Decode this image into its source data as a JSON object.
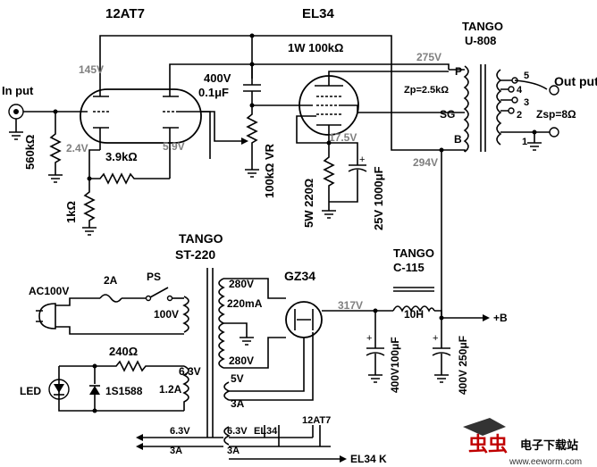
{
  "title": {
    "preamp_tube": "12AT7",
    "power_tube": "EL34"
  },
  "output_transformer": {
    "brand": "TANGO",
    "model": "U-808",
    "zp": "Zp=2.5kΩ",
    "zsp": "Zsp=8Ω",
    "taps": {
      "p": "P",
      "sg": "SG",
      "b": "B",
      "t5": "5",
      "t4": "4",
      "t3": "3",
      "t2": "2",
      "t1": "1"
    }
  },
  "input": {
    "label": "In put"
  },
  "output": {
    "label": "Out put"
  },
  "components": {
    "r_input": "560kΩ",
    "r_cathode_preamp": "1kΩ",
    "r_feedback": "3.9kΩ",
    "r_plate": "1W 100kΩ",
    "c_coupling_v": "400V",
    "c_coupling_val": "0.1μF",
    "vr": "100kΩ VR",
    "r_cathode_power": "5W 220Ω",
    "c_cathode_power": "25V 1000μF",
    "r_led": "240Ω",
    "diode": "1S1588",
    "led": "LED",
    "fuse": "2A",
    "switch": "PS"
  },
  "voltages": {
    "v145": "145V",
    "v2_4": "2.4V",
    "v5_9": "5.9V",
    "v17_5": "17.5V",
    "v275": "275V",
    "v294": "294V",
    "v317": "317V"
  },
  "power_transformer": {
    "brand": "TANGO",
    "model": "ST-220",
    "sec_hv_top": "280V",
    "sec_current": "220mA",
    "sec_hv_bot": "280V",
    "primary": "100V",
    "heater1_v": "6.3V",
    "heater1_a": "1.2A",
    "rect_v": "5V",
    "rect_a": "3A",
    "heater2_v": "6.3V",
    "heater2_a": "3A"
  },
  "mains": {
    "label": "AC100V"
  },
  "rectifier": {
    "label": "GZ34"
  },
  "choke": {
    "brand": "TANGO",
    "model": "C-115",
    "value": "10H"
  },
  "filter_caps": {
    "c1": "400V100μF",
    "c2": "400V 250μF"
  },
  "heater_bus": {
    "left_v": "6.3V",
    "left_a": "3A",
    "el34": "EL34",
    "at7": "12AT7",
    "k": "EL34 K"
  },
  "b_plus": "+B",
  "watermark": {
    "text": "电子下载站",
    "url": "www.eeworm.com"
  }
}
